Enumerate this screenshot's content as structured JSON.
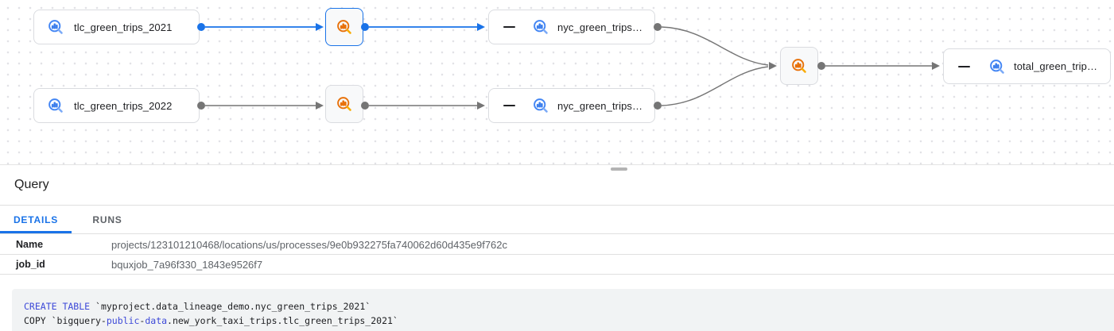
{
  "colors": {
    "accent_blue": "#1a73e8",
    "edge_gray": "#757575",
    "node_border": "#dadce0",
    "table_icon_blue": "#4285f4",
    "job_icon_orange": "#e8710a",
    "keyword_blue": "#3d49d8",
    "code_background": "#f1f3f4"
  },
  "lineage": {
    "nodes": [
      {
        "label": "tlc_green_trips_2021",
        "type": "bigquery-table"
      },
      {
        "label": "tlc_green_trips_2022",
        "type": "bigquery-table"
      },
      {
        "label": "nyc_green_trips…",
        "type": "bigquery-table"
      },
      {
        "label": "nyc_green_trips…",
        "type": "bigquery-table"
      },
      {
        "label": "total_green_trip…",
        "type": "bigquery-table"
      }
    ],
    "process_nodes": [
      {
        "type": "bigquery-job",
        "selected": true
      },
      {
        "type": "bigquery-job",
        "selected": false
      },
      {
        "type": "bigquery-job",
        "selected": false
      }
    ]
  },
  "query_panel": {
    "title": "Query",
    "tabs": [
      {
        "label": "DETAILS",
        "active": true
      },
      {
        "label": "RUNS",
        "active": false
      }
    ],
    "rows": [
      {
        "label": "Name",
        "value": "projects/123101210468/locations/us/processes/9e0b932275fa740062d60d435e9f762c"
      },
      {
        "label": "job_id",
        "value": "bquxjob_7a96f330_1843e9526f7"
      }
    ]
  },
  "code": {
    "lines": [
      {
        "tokens": [
          {
            "t": "CREATE TABLE",
            "c": "kw"
          },
          {
            "t": " `myproject.data_lineage_demo.nyc_green_trips_2021`",
            "c": "pl"
          }
        ]
      },
      {
        "tokens": [
          {
            "t": "COPY `bigquery-",
            "c": "pl"
          },
          {
            "t": "public",
            "c": "kw"
          },
          {
            "t": "-",
            "c": "pl"
          },
          {
            "t": "data",
            "c": "kw"
          },
          {
            "t": ".new_york_taxi_trips.tlc_green_trips_2021`",
            "c": "pl"
          }
        ]
      }
    ]
  }
}
